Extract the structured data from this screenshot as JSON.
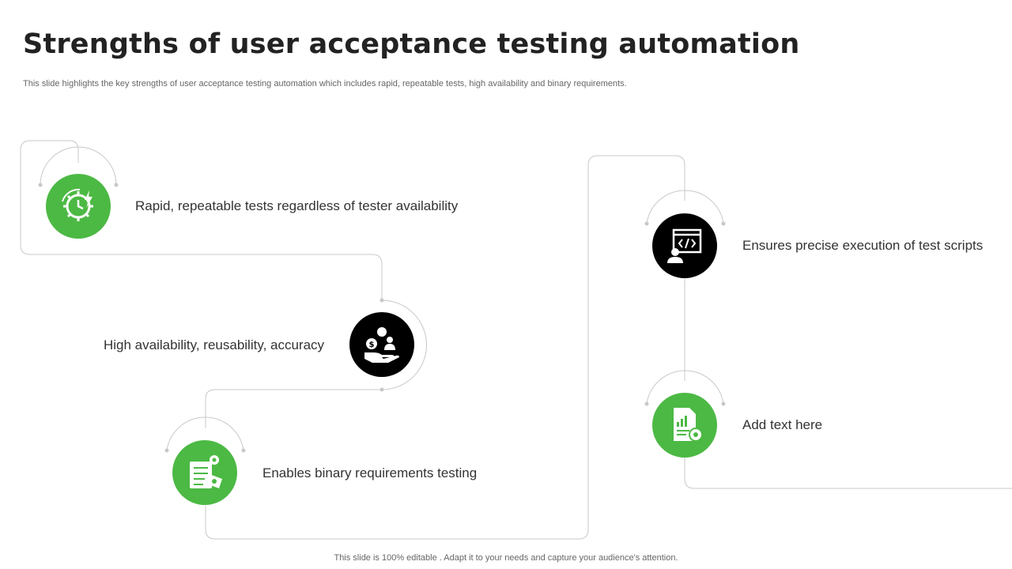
{
  "slide": {
    "title": "Strengths of user acceptance testing automation",
    "subtitle": "This slide highlights the key strengths of user acceptance testing automation which includes rapid, repeatable tests, high availability and binary requirements.",
    "footer": "This slide is 100% editable . Adapt it to your needs and capture your audience's attention."
  },
  "colors": {
    "green": "#4cb944",
    "black": "#000000",
    "line": "#c8c8c8"
  },
  "items": [
    {
      "label": "Rapid, repeatable tests regardless of tester availability",
      "icon": "gear-clock-icon",
      "color": "green"
    },
    {
      "label": "High availability, reusability, accuracy",
      "icon": "hand-money-user-icon",
      "color": "black"
    },
    {
      "label": "Enables binary requirements testing",
      "icon": "document-gear-money-icon",
      "color": "green"
    },
    {
      "label": "Ensures precise execution of test scripts",
      "icon": "code-window-user-icon",
      "color": "black"
    },
    {
      "label": "Add text here",
      "icon": "report-chart-gear-icon",
      "color": "green"
    }
  ]
}
